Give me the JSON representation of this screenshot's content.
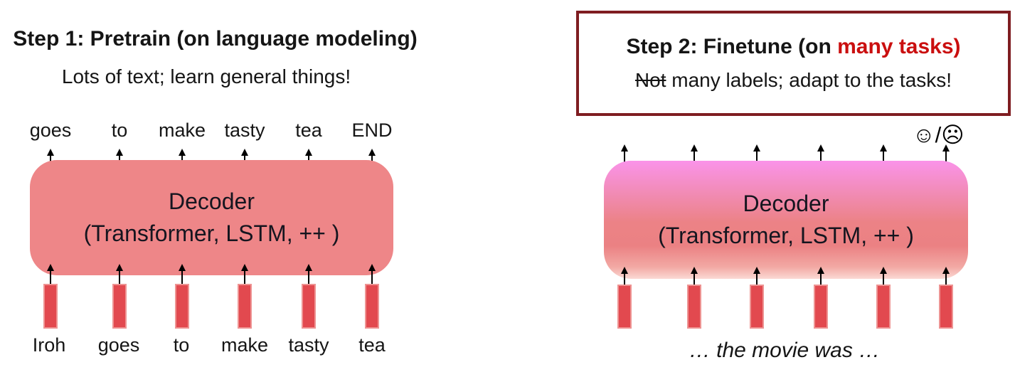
{
  "left": {
    "title": "Step 1: Pretrain (on language modeling)",
    "subtitle": "Lots of text; learn general things!",
    "output_words": [
      "goes",
      "to",
      "make",
      "tasty",
      "tea",
      "END"
    ],
    "decoder_line1": "Decoder",
    "decoder_line2": "(Transformer, LSTM, ++ )",
    "input_words": [
      "Iroh",
      "goes",
      "to",
      "make",
      "tasty",
      "tea"
    ]
  },
  "right": {
    "title_prefix": "Step 2: Finetune (on ",
    "title_highlight": "many tasks)",
    "subtitle_strike": "Not",
    "subtitle_rest": " many labels; adapt to the tasks!",
    "emoticons": "☺/☹",
    "decoder_line1": "Decoder",
    "decoder_line2": "(Transformer, LSTM, ++ )",
    "caption": "… the movie was …"
  },
  "colors": {
    "text": "#151515",
    "decoder_text": "#15151f",
    "decoder_fill": "#ee8688",
    "gradient_top": "#fa93e9",
    "gradient_mid1": "#f18bb4",
    "gradient_mid2": "#ec8286",
    "gradient_mid3": "#eb8183",
    "gradient_low": "#f2a9a4",
    "gradient_bottom": "#fbd9d4",
    "bar_fill": "#e2494f",
    "bar_border": "#ee9493",
    "step_border": "#7f1d21",
    "highlight_red": "#ca0f0f"
  }
}
